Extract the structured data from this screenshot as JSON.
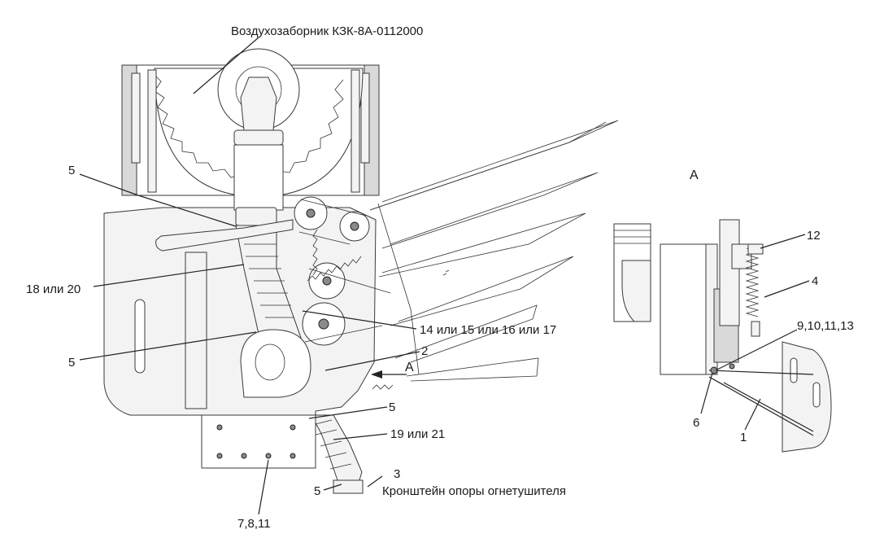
{
  "labels": {
    "air_intake": "Воздухозаборник КЗК-8А-0112000",
    "view_a_title": "А",
    "view_a_arrow": "А",
    "callout_5_top": "5",
    "callout_18_20": "18 или 20",
    "callout_5_mid": "5",
    "callout_14_17": "14 или 15 или 16 или 17",
    "callout_2": "2",
    "callout_5_right": "5",
    "callout_19_21": "19 или 21",
    "callout_3": "3",
    "callout_5_bottom": "5",
    "bracket": "Кронштейн опоры огнетушителя",
    "callout_7_8_11": "7,8,11",
    "callout_12": "12",
    "callout_4": "4",
    "callout_9_10_11_13": "9,10,11,13",
    "callout_6": "6",
    "callout_1": "1"
  }
}
